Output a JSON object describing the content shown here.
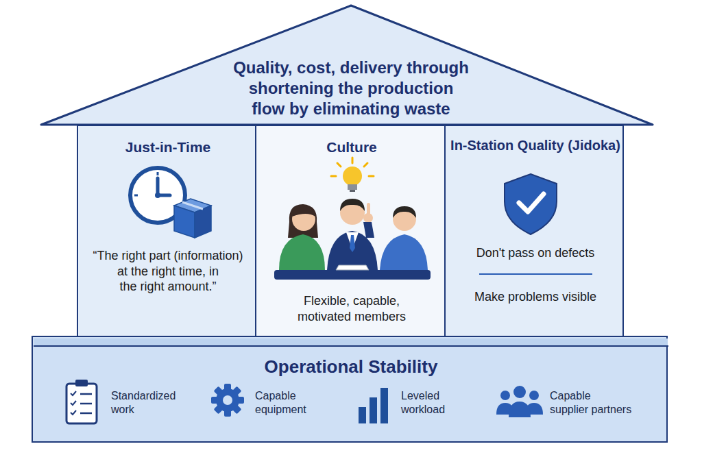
{
  "diagram": {
    "nodes": [
      {
        "text": [
          "Quality, cost, delivery through shortening the production flow by eliminating waste"
        ]
      },
      {
        "text": [
          "Just-in-Time",
          "“The right part (information) at the right time, in the right amount.”"
        ]
      },
      {
        "text": [
          "Culture",
          "Flexible, capable, motivated members"
        ]
      },
      {
        "text": [
          "In-Station Quality (Jidoka)",
          "Don't pass on defects",
          "Make problems visible"
        ]
      },
      {
        "text": [
          "Operational Stability",
          "Standardized work",
          "Capable equipment",
          "Leveled workload",
          "Capable supplier partners"
        ]
      }
    ]
  }
}
